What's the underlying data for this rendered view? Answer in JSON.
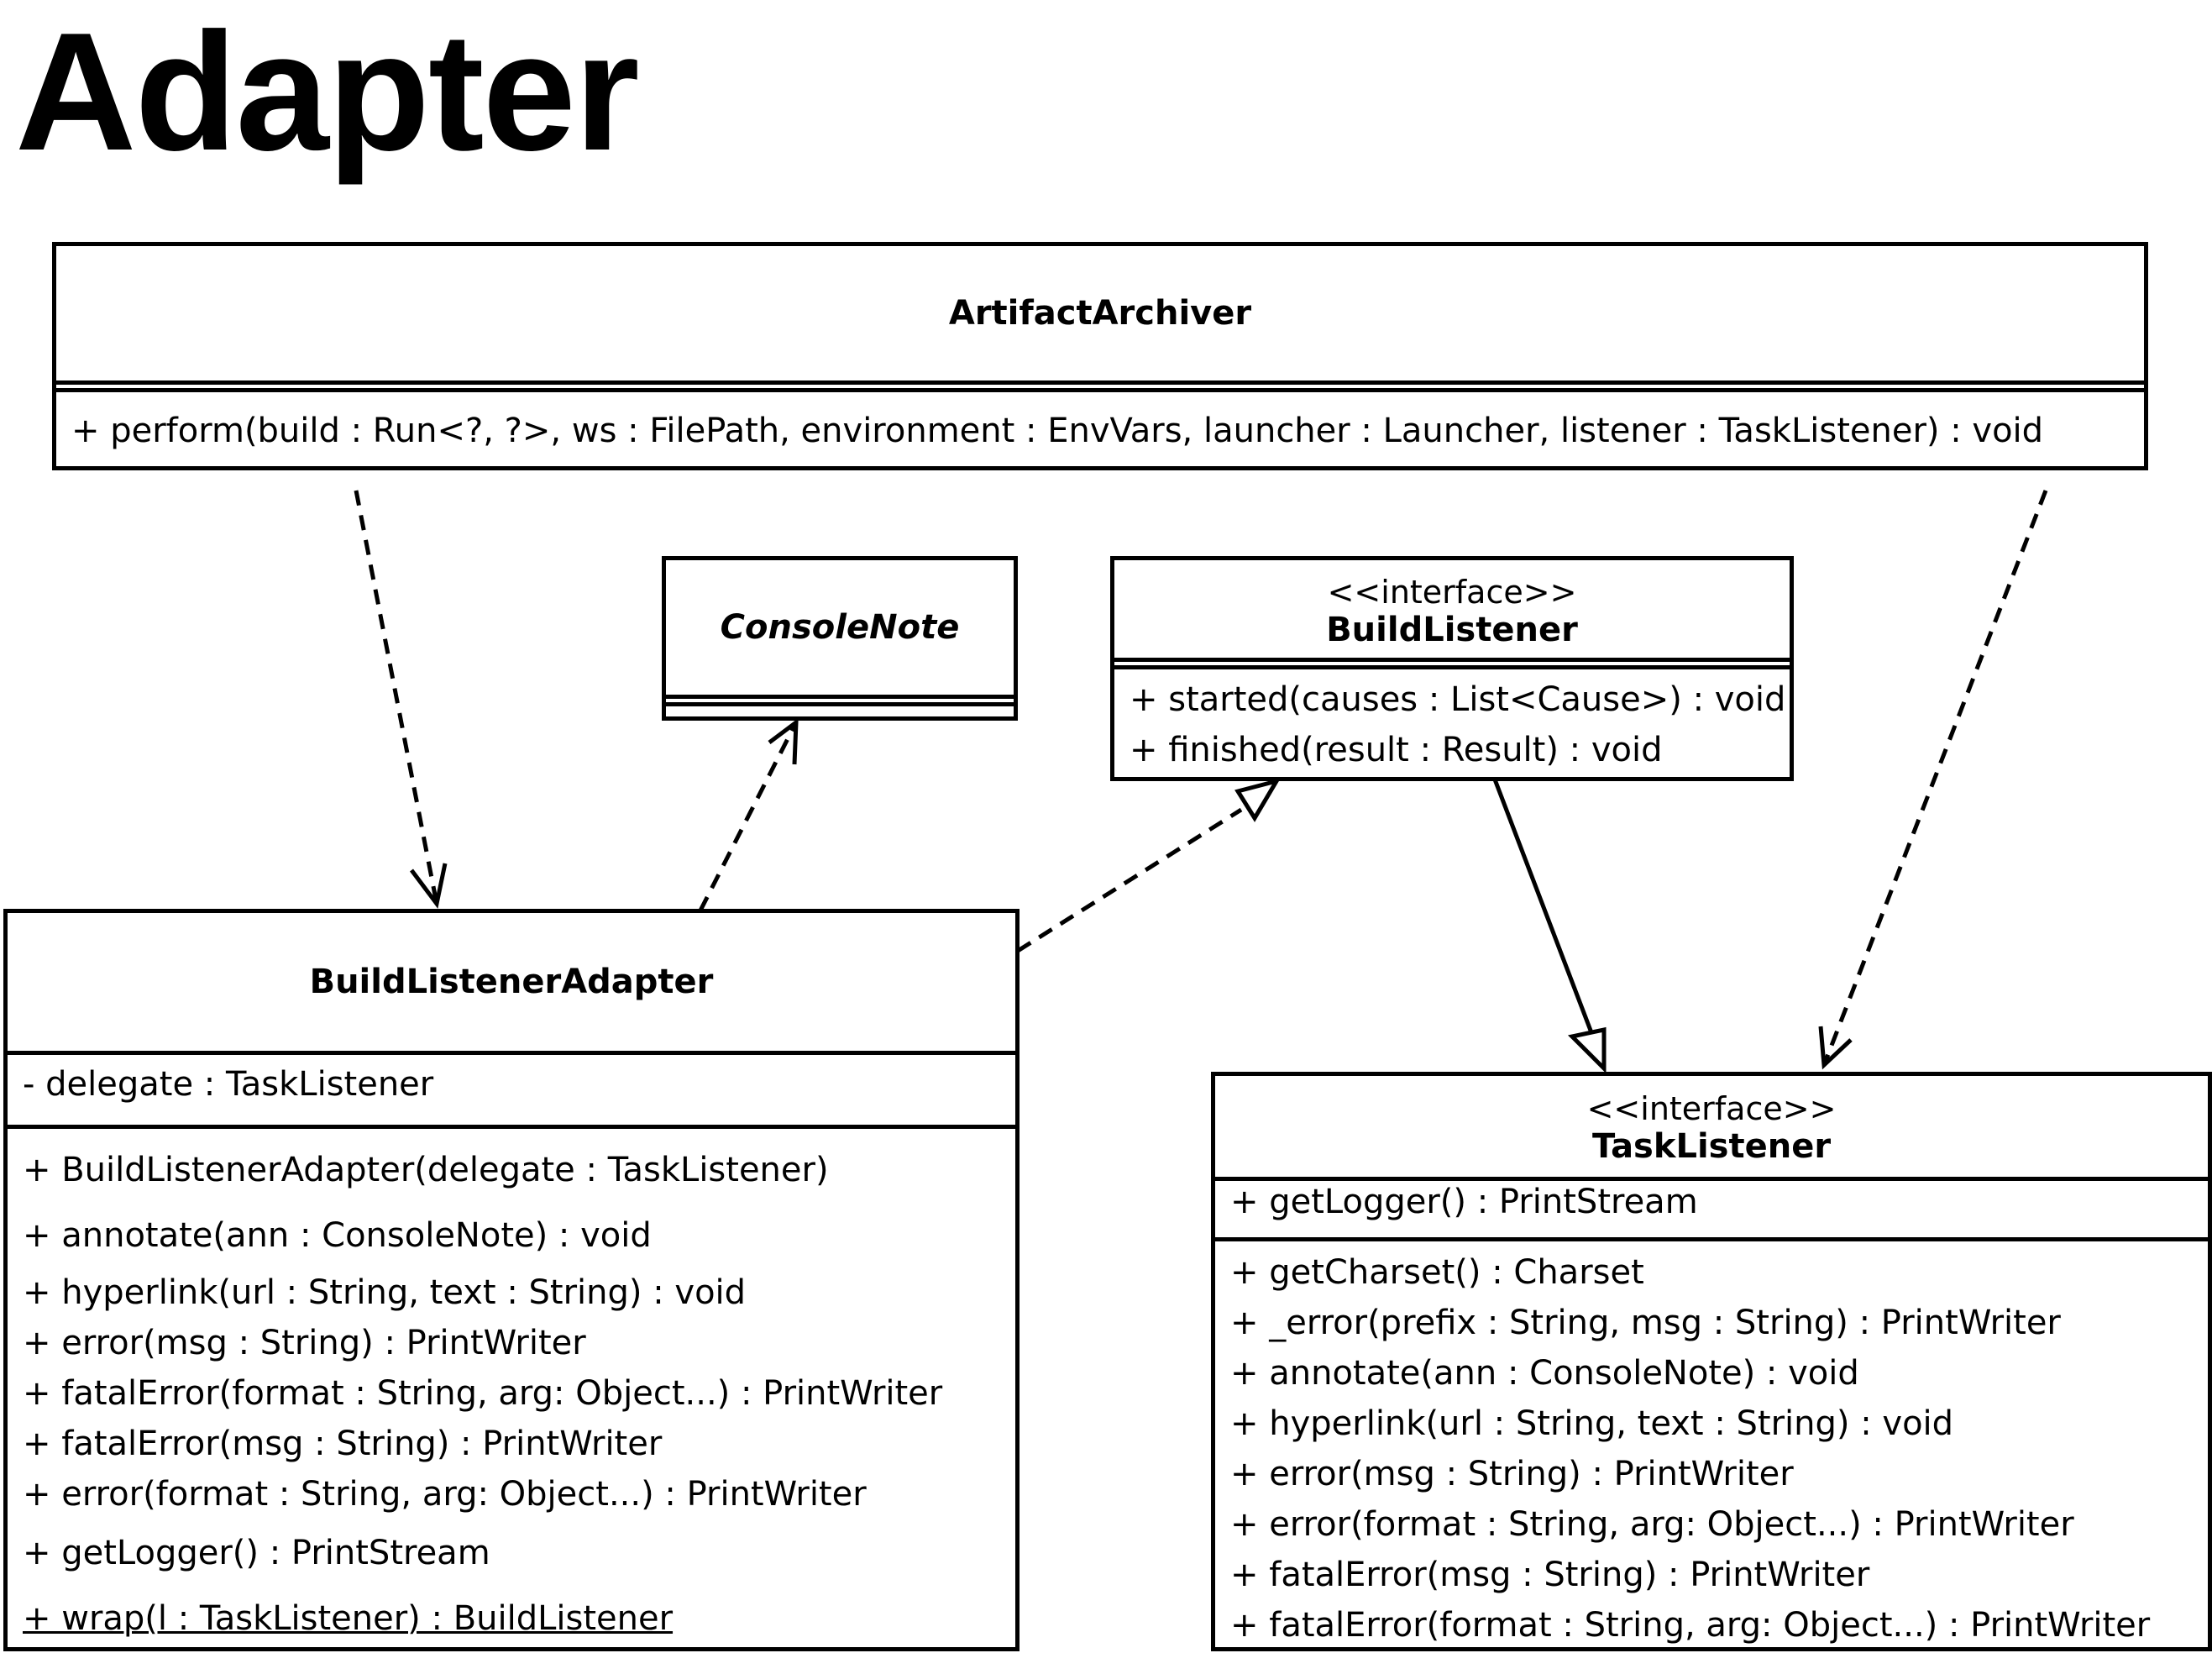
{
  "title": "Adapter",
  "classes": {
    "artifact_archiver": {
      "name": "ArtifactArchiver",
      "operations": [
        "+ perform(build : Run<?, ?>, ws : FilePath, environment : EnvVars, launcher : Launcher, listener : TaskListener) : void"
      ]
    },
    "console_note": {
      "name": "ConsoleNote"
    },
    "build_listener": {
      "stereotype": "<<interface>>",
      "name": "BuildListener",
      "operations": [
        "+ started(causes : List<Cause>) : void",
        "+ finished(result : Result) : void"
      ]
    },
    "build_listener_adapter": {
      "name": "BuildListenerAdapter",
      "attributes": [
        "- delegate : TaskListener"
      ],
      "operations": [
        "+ BuildListenerAdapter(delegate : TaskListener)",
        "+ annotate(ann : ConsoleNote) : void",
        "+ hyperlink(url : String, text : String) : void",
        "+ error(msg : String) : PrintWriter",
        "+ fatalError(format : String, arg: Object...) : PrintWriter",
        "+ fatalError(msg : String) : PrintWriter",
        "+ error(format : String, arg: Object...) : PrintWriter",
        "+ getLogger() : PrintStream",
        "+ wrap(l : TaskListener) : BuildListener"
      ]
    },
    "task_listener": {
      "stereotype": "<<interface>>",
      "name": "TaskListener",
      "attributes": [
        "+ getLogger() : PrintStream"
      ],
      "operations": [
        "+ getCharset() : Charset",
        "+ _error(prefix : String, msg : String) : PrintWriter",
        "+ annotate(ann : ConsoleNote) : void",
        "+ hyperlink(url : String, text : String) : void",
        "+ error(msg : String) : PrintWriter",
        "+ error(format : String, arg: Object...) : PrintWriter",
        "+ fatalError(msg : String) : PrintWriter",
        "+ fatalError(format : String, arg: Object...) : PrintWriter"
      ]
    }
  },
  "relationships": [
    {
      "from": "ArtifactArchiver",
      "to": "BuildListenerAdapter",
      "kind": "dependency"
    },
    {
      "from": "ArtifactArchiver",
      "to": "TaskListener",
      "kind": "dependency"
    },
    {
      "from": "BuildListenerAdapter",
      "to": "ConsoleNote",
      "kind": "dependency"
    },
    {
      "from": "BuildListenerAdapter",
      "to": "BuildListener",
      "kind": "realization"
    },
    {
      "from": "BuildListener",
      "to": "TaskListener",
      "kind": "generalization"
    }
  ]
}
